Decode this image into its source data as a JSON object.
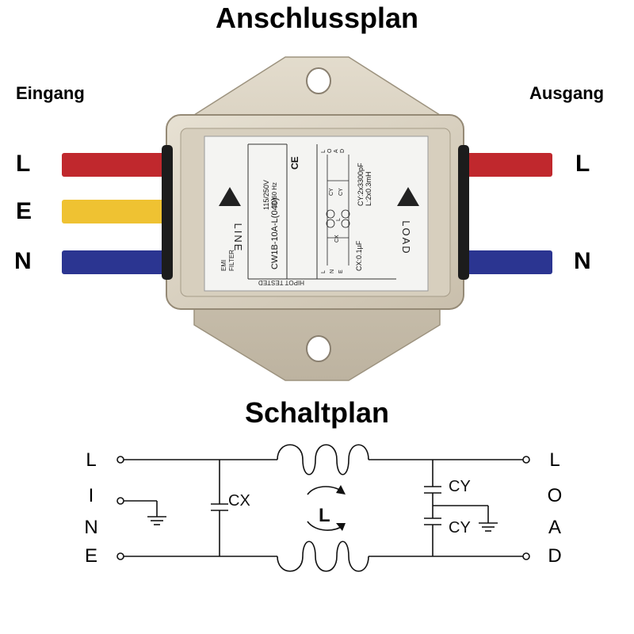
{
  "titles": {
    "top": "Anschlussplan",
    "bottom": "Schaltplan"
  },
  "sides": {
    "input": "Eingang",
    "output": "Ausgang"
  },
  "wires": {
    "left": [
      {
        "label": "L",
        "color": "#c0282d"
      },
      {
        "label": "E",
        "color": "#efc232"
      },
      {
        "label": "N",
        "color": "#2b3591"
      }
    ],
    "right": [
      {
        "label": "L",
        "color": "#c0282d"
      },
      {
        "label": "N",
        "color": "#2b3591"
      }
    ]
  },
  "filter_label": {
    "line": "LINE",
    "load": "LOAD",
    "model": "CW1B-10A-L(040)",
    "rating": "115/250V",
    "freq": "50/60 Hz",
    "emi": "EMI",
    "filter": "FILTER",
    "hipot": "HIPOT TESTED",
    "cx_value": "CX:0.1µF",
    "cy_value": "CY:2x3300pF",
    "l_value": "L:2x0.3mH",
    "ce": "CE",
    "mini_left": [
      "L",
      "N",
      "E"
    ],
    "mini_right": [
      "L",
      "O",
      "A",
      "D"
    ],
    "mini_cy": "CY",
    "mini_cx": "CX",
    "mini_l": "L"
  },
  "schematic": {
    "line_letters": [
      "L",
      "I",
      "N",
      "E"
    ],
    "load_letters": [
      "L",
      "O",
      "A",
      "D"
    ],
    "cx": "CX",
    "cy_top": "CY",
    "cy_bottom": "CY",
    "inductor": "L"
  }
}
